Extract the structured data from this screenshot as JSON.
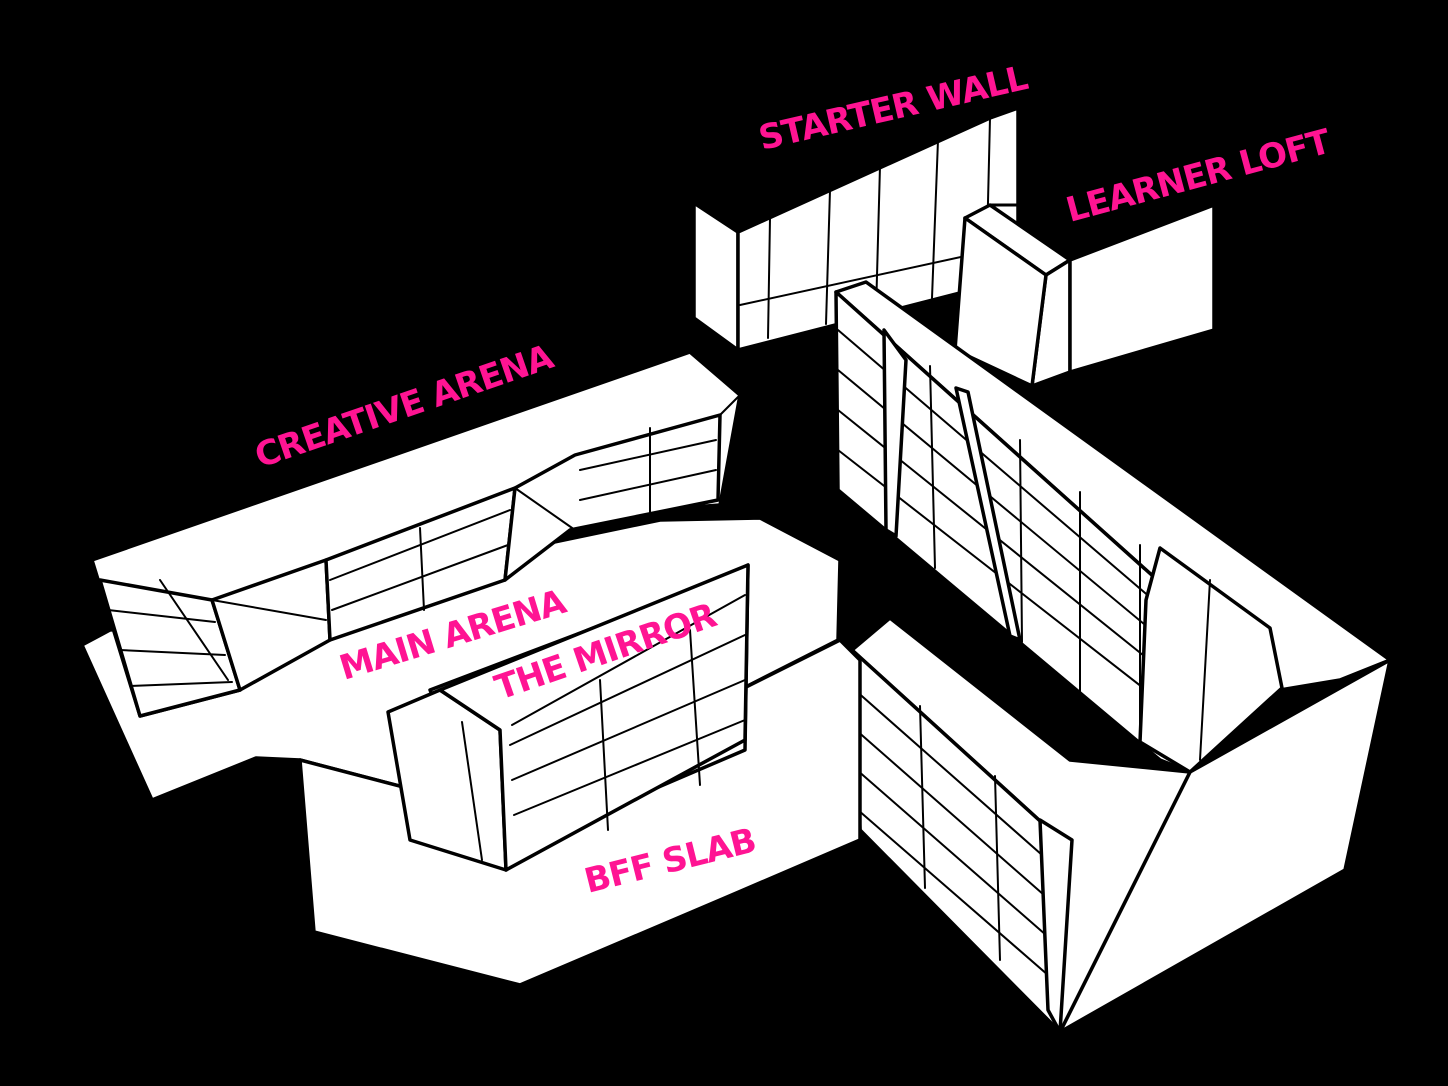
{
  "colors": {
    "background": "#000000",
    "structure": "#ffffff",
    "outline": "#000000",
    "label": "#ff1493"
  },
  "zones": {
    "starter_wall": "STARTER WALL",
    "learner_loft": "LEARNER LOFT",
    "creative_arena": "CREATIVE ARENA",
    "main_arena": "MAIN ARENA",
    "the_mirror": "THE MIRROR",
    "bff_slab": "BFF SLAB"
  }
}
